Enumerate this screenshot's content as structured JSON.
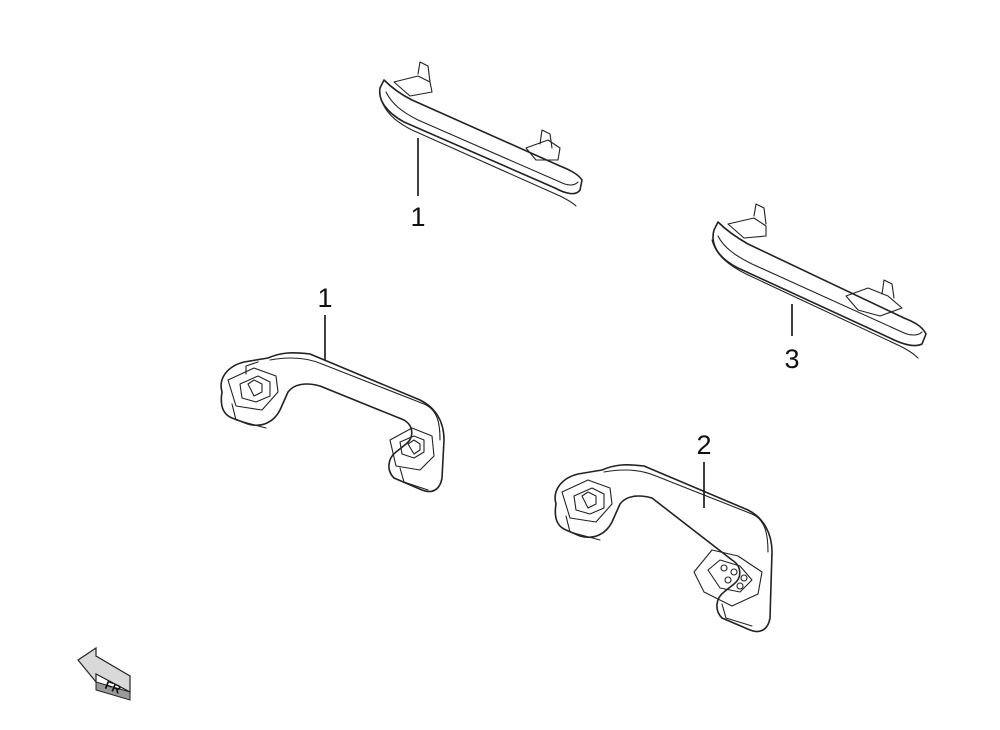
{
  "callouts": {
    "top_handle": "1",
    "left_handle": "1",
    "right_handle": "3",
    "bottom_handle": "2"
  },
  "direction_marker": {
    "label": "FR",
    "icon": "front-direction-arrow-icon"
  },
  "colors": {
    "line": "#222222",
    "background": "#ffffff",
    "arrow_fill": "#d9d9d9"
  }
}
